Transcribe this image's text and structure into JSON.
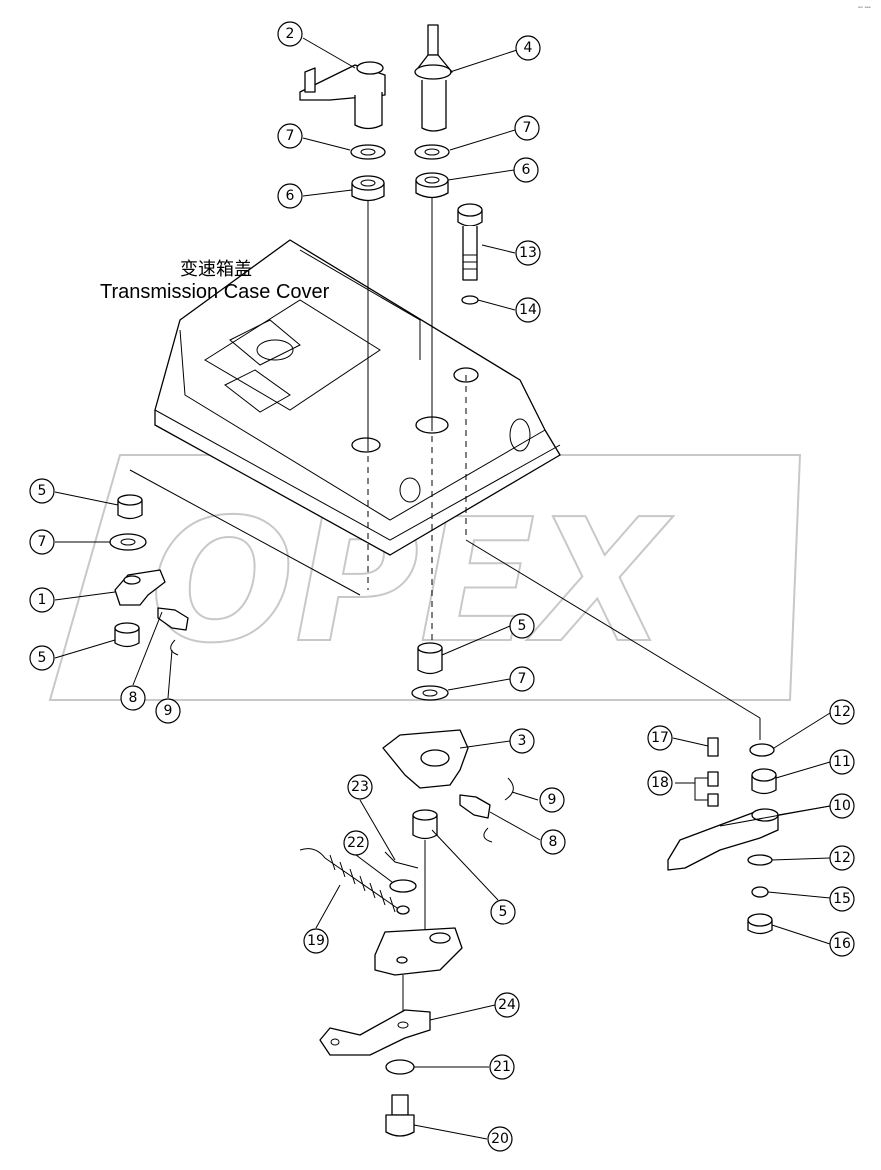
{
  "title_cn": "变速箱盖",
  "title_en": "Transmission Case Cover",
  "watermark": "OPEX",
  "corner_mark": "ᵃᵐ ᵃᵃᵃ",
  "callouts": [
    {
      "id": "c1",
      "label": "1"
    },
    {
      "id": "c2",
      "label": "2"
    },
    {
      "id": "c3",
      "label": "3"
    },
    {
      "id": "c4",
      "label": "4"
    },
    {
      "id": "c5a",
      "label": "5"
    },
    {
      "id": "c5b",
      "label": "5"
    },
    {
      "id": "c5c",
      "label": "5"
    },
    {
      "id": "c5d",
      "label": "5"
    },
    {
      "id": "c6a",
      "label": "6"
    },
    {
      "id": "c6b",
      "label": "6"
    },
    {
      "id": "c7a",
      "label": "7"
    },
    {
      "id": "c7b",
      "label": "7"
    },
    {
      "id": "c7c",
      "label": "7"
    },
    {
      "id": "c7d",
      "label": "7"
    },
    {
      "id": "c8a",
      "label": "8"
    },
    {
      "id": "c8b",
      "label": "8"
    },
    {
      "id": "c9a",
      "label": "9"
    },
    {
      "id": "c9b",
      "label": "9"
    },
    {
      "id": "c10",
      "label": "10"
    },
    {
      "id": "c11",
      "label": "11"
    },
    {
      "id": "c12a",
      "label": "12"
    },
    {
      "id": "c12b",
      "label": "12"
    },
    {
      "id": "c13",
      "label": "13"
    },
    {
      "id": "c14",
      "label": "14"
    },
    {
      "id": "c15",
      "label": "15"
    },
    {
      "id": "c16",
      "label": "16"
    },
    {
      "id": "c17",
      "label": "17"
    },
    {
      "id": "c18",
      "label": "18"
    },
    {
      "id": "c19",
      "label": "19"
    },
    {
      "id": "c20",
      "label": "20"
    },
    {
      "id": "c21",
      "label": "21"
    },
    {
      "id": "c22",
      "label": "22"
    },
    {
      "id": "c23",
      "label": "23"
    },
    {
      "id": "c24",
      "label": "24"
    }
  ]
}
